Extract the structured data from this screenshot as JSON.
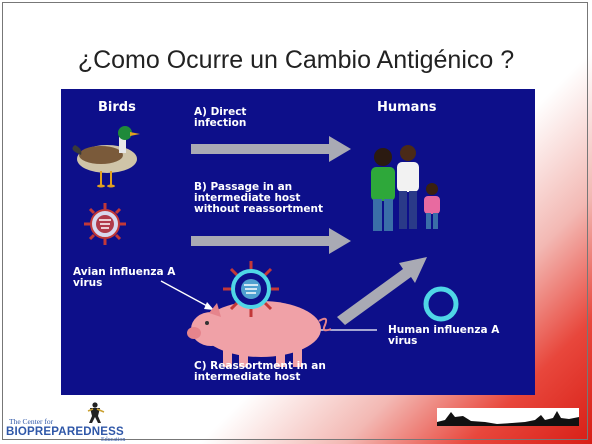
{
  "slide": {
    "title": "¿Como Ocurre un Cambio Antigénico ?"
  },
  "figure": {
    "birds_label": "Birds",
    "humans_label": "Humans",
    "route_a": "A) Direct\ninfection",
    "route_b": "B) Passage in an\nintermediate host\nwithout reassortment",
    "avian_virus": "Avian influenza A\nvirus",
    "human_virus": "Human influenza A\nvirus",
    "route_c": "C) Reassortment in an\nintermediate host"
  },
  "footer": {
    "logo_small": "The Center for",
    "logo_big": "BIOPREPAREDNESS",
    "logo_sub": "Education"
  },
  "colors": {
    "figure_background": "#0d0f8a",
    "arrow": "#a9aab4",
    "pig": "#f0a1a7",
    "virus_ring": "#4fd6e6",
    "virus_spikes": "#c23838",
    "logo_text": "#2f57a8"
  }
}
